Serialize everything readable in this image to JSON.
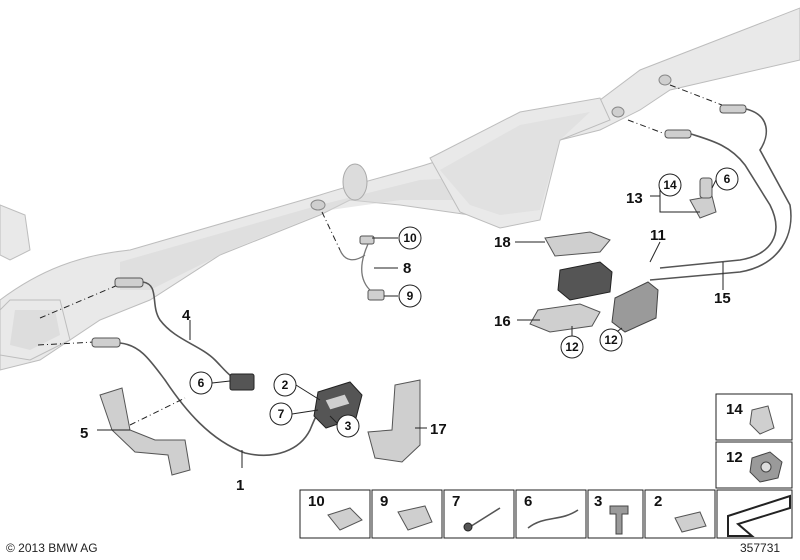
{
  "diagram": {
    "copyright": "© 2013 BMW AG",
    "drawing_number": "357731",
    "callouts": [
      "1",
      "2",
      "3",
      "4",
      "5",
      "6",
      "7",
      "8",
      "9",
      "10",
      "11",
      "12",
      "13",
      "14",
      "15",
      "16",
      "17",
      "18"
    ],
    "circled_refs": [
      "10",
      "9",
      "6",
      "2",
      "7",
      "3",
      "14",
      "6",
      "12",
      "12"
    ],
    "legend_bottom": [
      "10",
      "9",
      "7",
      "6",
      "3",
      "2"
    ],
    "legend_side": [
      "14",
      "12"
    ]
  }
}
